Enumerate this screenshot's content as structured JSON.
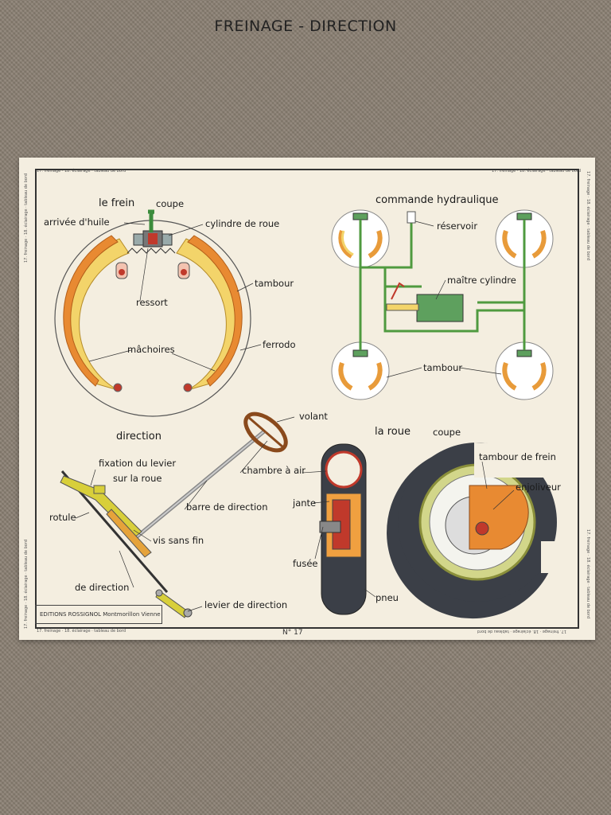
{
  "header": {
    "title": "FREINAGE  -  DIRECTION",
    "strip_left": "17. freinage  ·  18. éclairage · tableau de bord",
    "strip_right": "17. freinage  ·  18. éclairage · tableau de bord"
  },
  "brake": {
    "title": "le frein",
    "subtitle": "coupe",
    "labels": {
      "oil_inlet": "arrivée d'huile",
      "wheel_cylinder": "cylindre de roue",
      "drum": "tambour",
      "spring": "ressort",
      "shoes": "mâchoires",
      "lining": "ferrodo"
    }
  },
  "hydraulic": {
    "title": "commande hydraulique",
    "labels": {
      "reservoir": "réservoir",
      "master_cylinder": "maître cylindre",
      "drum": "tambour"
    }
  },
  "steering": {
    "title": "direction",
    "labels": {
      "wheel": "volant",
      "lever_fix_1": "fixation du levier",
      "lever_fix_2": "sur la roue",
      "ball_joint": "rotule",
      "steering_bar": "barre de direction",
      "worm_screw": "vis sans fin",
      "rod": "de direction",
      "steering_lever": "levier de direction"
    }
  },
  "wheel": {
    "title": "la roue",
    "subtitle": "coupe",
    "labels": {
      "air_chamber": "chambre à air",
      "rim": "jante",
      "spindle": "fusée",
      "tyre": "pneu",
      "brake_drum": "tambour de frein",
      "hubcap": "enjoliveur"
    }
  },
  "footer": {
    "editions": "EDITIONS ROSSIGNOL   Montmorillon Vienne",
    "number": "N° 17"
  }
}
